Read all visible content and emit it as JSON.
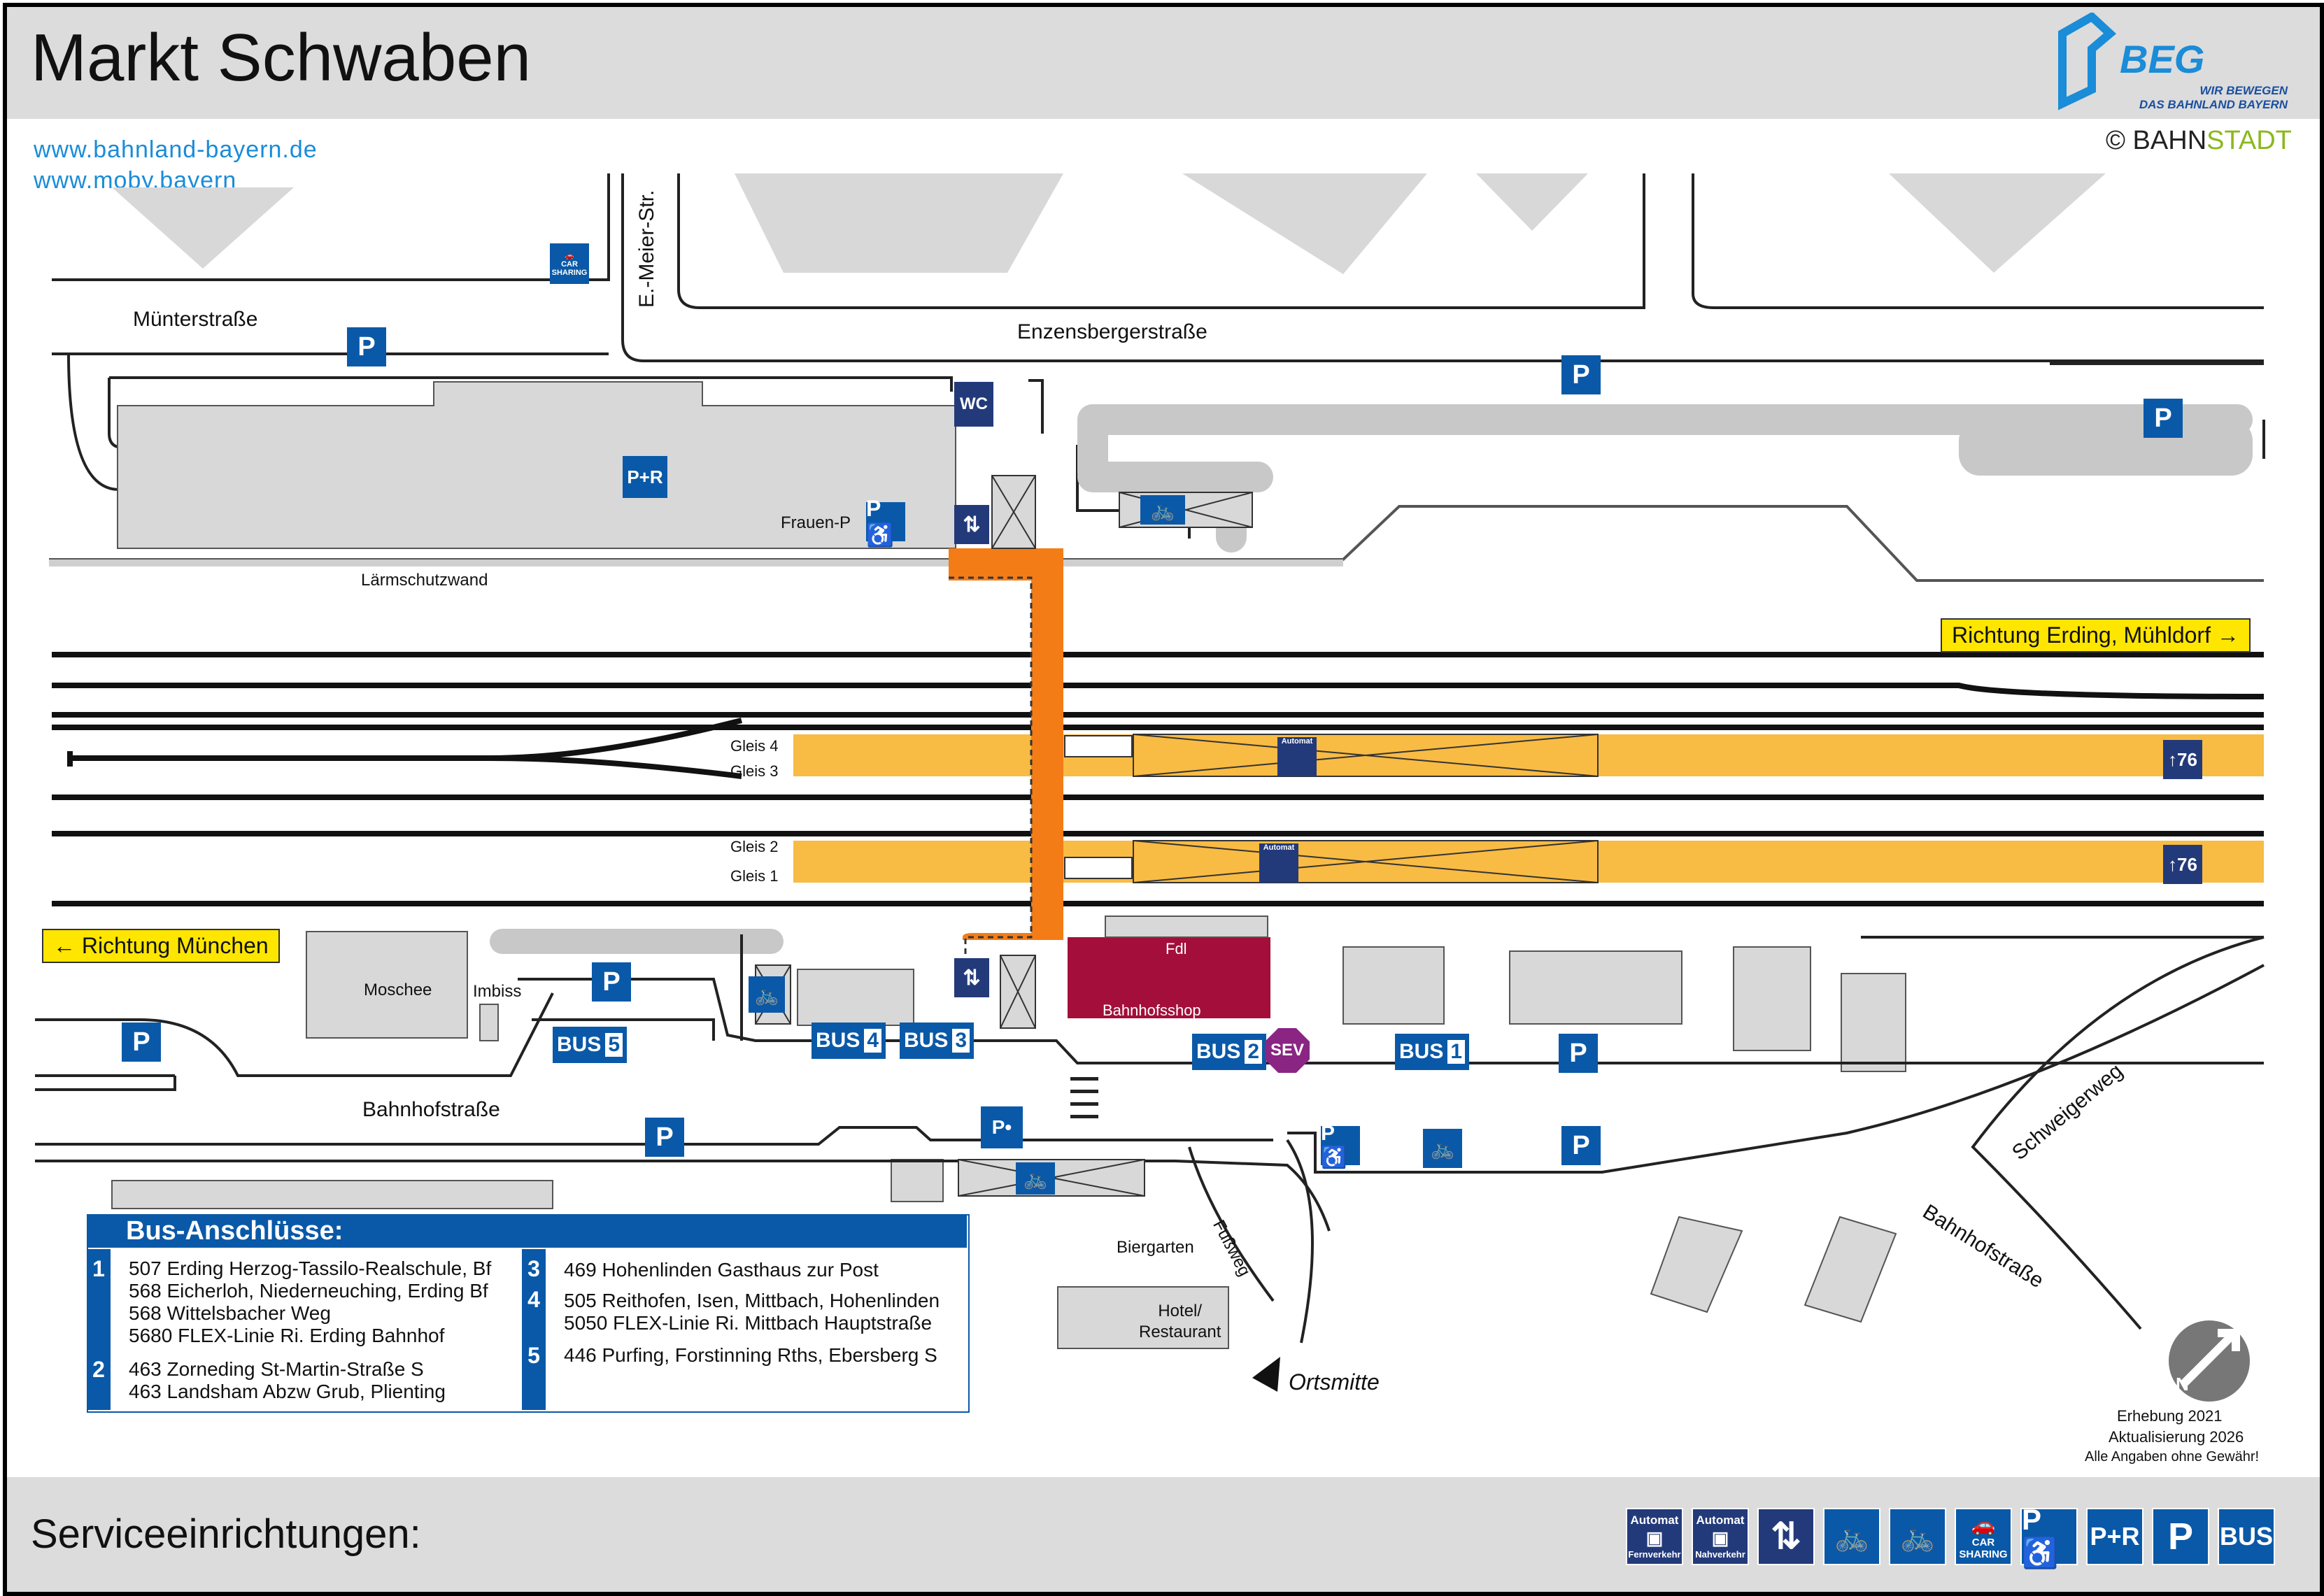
{
  "header": {
    "title": "Markt Schwaben",
    "links": [
      "www.bahnland-bayern.de",
      "www.moby.bayern"
    ],
    "logo_text": "BEG",
    "logo_sub_1": "WIR BEWEGEN",
    "logo_sub_2": "DAS BAHNLAND BAYERN",
    "copyright": "© BAHN",
    "copyright_brand": "STADT"
  },
  "colors": {
    "platform": "#f8bb44",
    "bridge": "#f47c16",
    "station_building": "#a30f3a",
    "service_blue": "#0a59a8",
    "service_dark": "#233a7a",
    "direction_box": "#ffe600",
    "building_grey": "#d8d8d8",
    "sev_purple": "#8a2583"
  },
  "streets": {
    "muenterstrasse": "Münterstraße",
    "e_meier": "E.-Meier-Str.",
    "enzensberger": "Enzensbergerstraße",
    "bahnhofstrasse_1": "Bahnhofstraße",
    "bahnhofstrasse_2": "Bahnhofstraße",
    "schweigerweg": "Schweigerweg",
    "fussweg": "Fußweg"
  },
  "places": {
    "frauen_p": "Frauen-P",
    "laermschutz": "Lärmschutzwand",
    "moschee": "Moschee",
    "imbiss": "Imbiss",
    "fdl": "Fdl",
    "bahnhofsshop": "Bahnhofsshop",
    "biergarten": "Biergarten",
    "hotel_1": "Hotel/",
    "hotel_2": "Restaurant",
    "ortsmitte": "Ortsmitte"
  },
  "directions": {
    "erding": "Richtung Erding, Mühldorf",
    "muenchen": "Richtung München"
  },
  "tracks": {
    "gleis4": "Gleis 4",
    "gleis3": "Gleis 3",
    "gleis2": "Gleis 2",
    "gleis1": "Gleis 1",
    "height_upper": "76",
    "height_lower": "76",
    "automat": "Automat"
  },
  "icons": {
    "p": "P",
    "wc": "WC",
    "pr": "P+R",
    "bus": "BUS",
    "sev": "SEV",
    "car_sharing_1": "CAR",
    "car_sharing_2": "SHARING"
  },
  "bus_stops": [
    "1",
    "2",
    "3",
    "4",
    "5"
  ],
  "bus_connections": {
    "title": "Bus-Anschlüsse:",
    "groups": [
      {
        "num": "1",
        "lines": [
          "507 Erding Herzog-Tassilo-Realschule, Bf",
          "568 Eicherloh, Niederneuching, Erding Bf",
          "568 Wittelsbacher Weg",
          "5680 FLEX-Linie Ri. Erding Bahnhof"
        ]
      },
      {
        "num": "2",
        "lines": [
          "463 Zorneding St-Martin-Straße S",
          "463 Landsham Abzw Grub, Plienting"
        ]
      },
      {
        "num": "3",
        "lines": [
          "469 Hohenlinden Gasthaus zur Post"
        ]
      },
      {
        "num": "4",
        "lines": [
          "505 Reithofen, Isen, Mittbach, Hohenlinden",
          "5050 FLEX-Linie Ri. Mittbach Hauptstraße"
        ]
      },
      {
        "num": "5",
        "lines": [
          "446 Purfing, Forstinning Rths, Ebersberg S"
        ]
      }
    ]
  },
  "notes": {
    "erhebung": "Erhebung 2021",
    "aktualisierung": "Aktualisierung 2026",
    "gewaehr": "Alle Angaben ohne Gewähr!",
    "compass": "N"
  },
  "footer": {
    "label": "Serviceeinrichtungen:",
    "automat_fern_1": "Automat",
    "automat_fern_2": "Fernverkehr",
    "automat_nah_1": "Automat",
    "automat_nah_2": "Nahverkehr",
    "p": "P",
    "pr": "P+R",
    "bus": "BUS",
    "car_1": "CAR",
    "car_2": "SHARING"
  }
}
